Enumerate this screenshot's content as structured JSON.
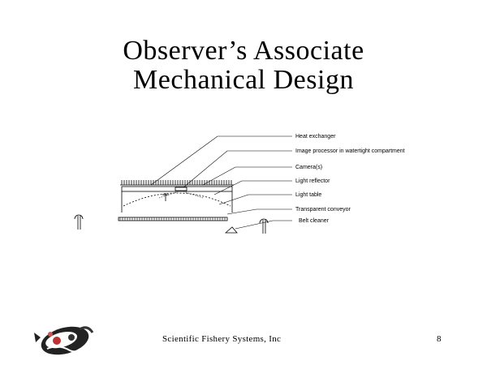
{
  "slide": {
    "title_line1": "Observer’s Associate",
    "title_line2": "Mechanical Design",
    "footer_text": "Scientific Fishery Systems, Inc",
    "page_number": "8"
  },
  "diagram": {
    "labels": [
      "Heat exchanger",
      "Image processor in watertight compartment",
      "Camera(s)",
      "Light reflector",
      "Light table",
      "Transparent conveyor",
      "Belt cleaner"
    ]
  },
  "logo": {
    "description_icon": "fish-logo-icon"
  }
}
